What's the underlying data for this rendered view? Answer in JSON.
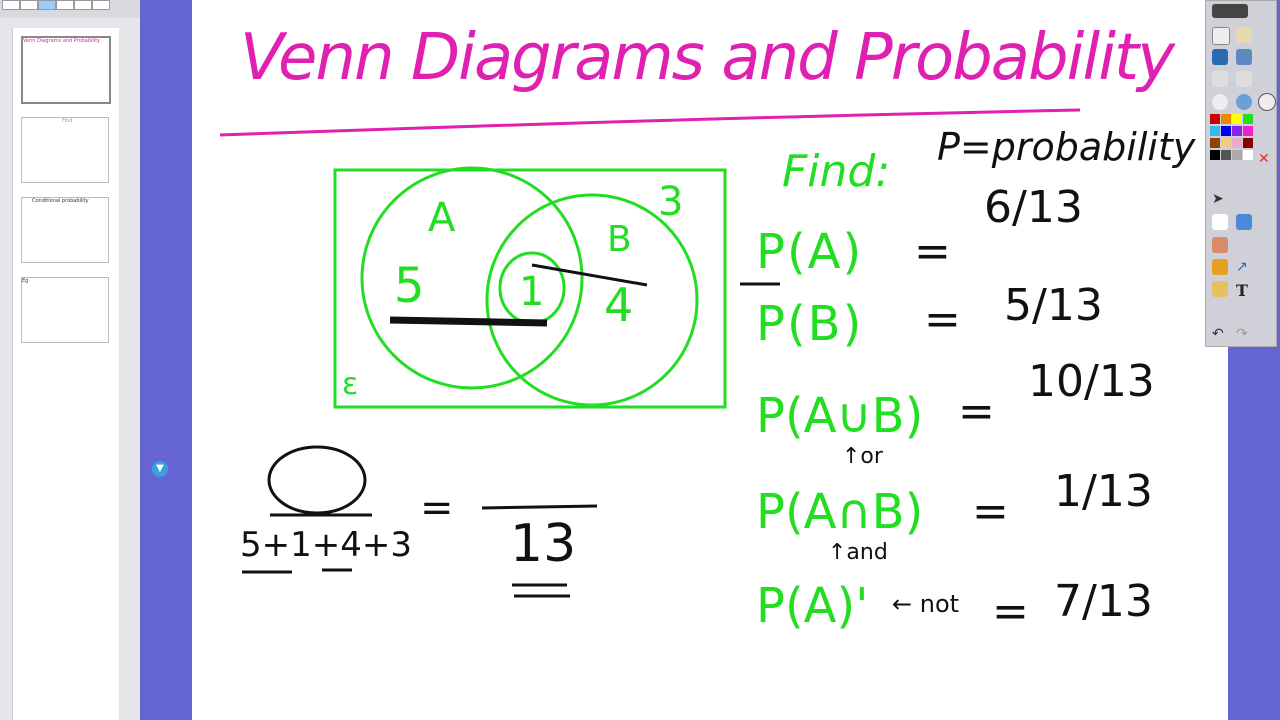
{
  "sidebar": {
    "thumbnails": [
      {
        "title": "Venn Diagrams and Probability",
        "selected": true
      },
      {
        "title": "Find",
        "selected": false
      },
      {
        "title": "Conditional probability",
        "selected": false
      },
      {
        "title": "Eg",
        "selected": false
      }
    ]
  },
  "page": {
    "title": "Venn Diagrams and Probability",
    "p_def": "P=probability",
    "find": "Find:",
    "venn": {
      "set_a": "A",
      "set_b": "B",
      "only_a": "5",
      "both": "1",
      "only_b": "4",
      "outside": "3",
      "universal": "ε"
    },
    "fraction": {
      "numerator": "◯",
      "sum": "5+1+4+3",
      "equals": "=",
      "denominator": "13"
    },
    "rows": [
      {
        "expr": "P(A)",
        "eq": "=",
        "answer": "6/13",
        "note": ""
      },
      {
        "expr": "P(B)",
        "eq": "=",
        "answer": "5/13",
        "note": ""
      },
      {
        "expr": "P(A∪B)",
        "eq": "=",
        "answer": "10/13",
        "note": "↑or"
      },
      {
        "expr": "P(A∩B)",
        "eq": "=",
        "answer": "1/13",
        "note": "↑and"
      },
      {
        "expr": "P(A)'",
        "eq": "=",
        "answer": "7/13",
        "note": "← not"
      }
    ]
  },
  "colors": {
    "title": "#e020b0",
    "ink_green": "#22dd22",
    "ink_black": "#111111",
    "background": "#6464d2"
  },
  "toolbar": {
    "icons": [
      "share",
      "capture",
      "screen-shade",
      "spotlight",
      "print",
      "pen",
      "highlighter",
      "eraser",
      "shape",
      "line",
      "text",
      "fill",
      "undo",
      "redo",
      "select",
      "delete",
      "clock"
    ],
    "palette": [
      "#cc0000",
      "#ee8800",
      "#ffff00",
      "#22dd22",
      "#33bbee",
      "#0000ee",
      "#8822ee",
      "#ee22cc",
      "#884400",
      "#eecc88",
      "#eeaacc",
      "#880000",
      "#000000",
      "#555555",
      "#aaaaaa",
      "#ffffff"
    ]
  }
}
